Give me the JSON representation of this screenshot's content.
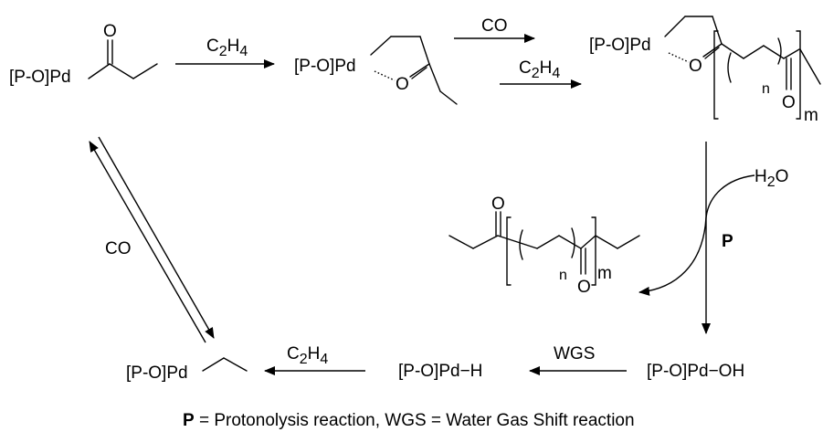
{
  "species": {
    "acyl_complex": "[P-O]Pd",
    "acyl_oxygen": "O",
    "chelate_complex": "[P-O]Pd",
    "chelate_oxygen": "O",
    "polyketone_complex": "[P-O]Pd",
    "polyketone_oxygen_chelate": "O",
    "polyketone_oxygen_repeat": "O",
    "ethyl_complex": "[P-O]Pd",
    "hydride_complex": "[P-O]Pd−H",
    "hydroxide_complex": "[P-O]Pd−OH",
    "product_oxygen_left": "O",
    "product_oxygen_repeat": "O"
  },
  "subscripts": {
    "n_top": "n",
    "m_top": "m",
    "n_product": "n",
    "m_product": "m"
  },
  "reagents": {
    "step1": "C2H4",
    "step2_top": "CO",
    "step2_bottom": "C2H4",
    "water": "H2O",
    "protonolysis_label": "P",
    "wgs": "WGS",
    "ethylene_bottom": "C2H4",
    "co_equilibrium": "CO"
  },
  "reagent_parts": {
    "c2h4_main": "C",
    "c2h4_sub1": "2",
    "c2h4_mid": "H",
    "c2h4_sub2": "4",
    "h2o_main": "H",
    "h2o_sub": "2",
    "h2o_end": "O"
  },
  "footnote": {
    "p_label": "P",
    "text": " = Protonolysis reaction, WGS = Water Gas Shift reaction"
  }
}
